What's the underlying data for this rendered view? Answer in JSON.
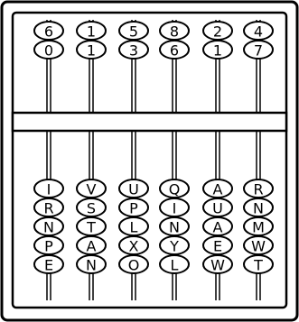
{
  "columns": [
    {
      "top": [
        "6",
        "0"
      ],
      "bottom": [
        "I",
        "R",
        "N",
        "P",
        "E"
      ]
    },
    {
      "top": [
        "1",
        "1"
      ],
      "bottom": [
        "V",
        "S",
        "T",
        "A",
        "N"
      ]
    },
    {
      "top": [
        "5",
        "3"
      ],
      "bottom": [
        "U",
        "P",
        "L",
        "X",
        "O"
      ]
    },
    {
      "top": [
        "8",
        "6"
      ],
      "bottom": [
        "Q",
        "I",
        "N",
        "Y",
        "L"
      ]
    },
    {
      "top": [
        "2",
        "1"
      ],
      "bottom": [
        "A",
        "U",
        "A",
        "E",
        "W"
      ]
    },
    {
      "top": [
        "4",
        "7"
      ],
      "bottom": [
        "R",
        "N",
        "M",
        "W",
        "T"
      ]
    }
  ]
}
